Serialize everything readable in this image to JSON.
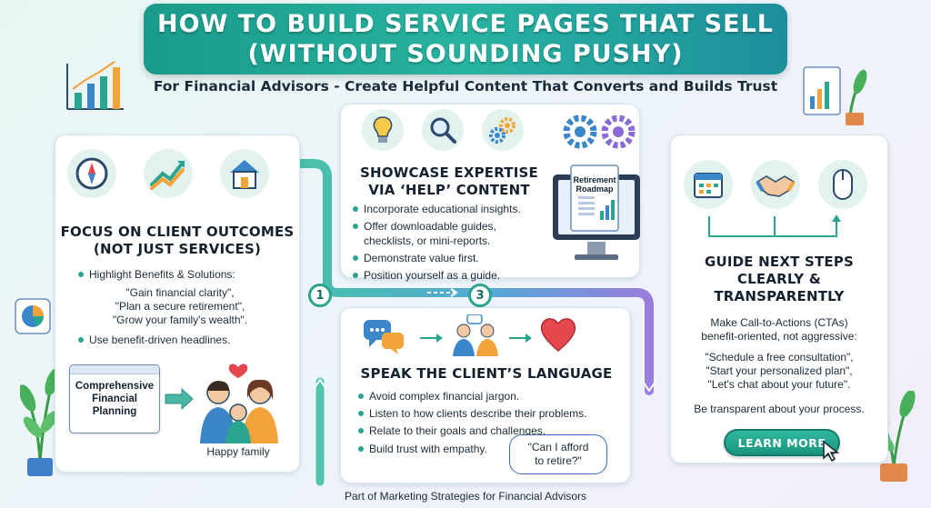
{
  "title": {
    "line1": "HOW TO BUILD SERVICE PAGES THAT SELL",
    "line2": "(WITHOUT SOUNDING PUSHY)"
  },
  "subtitle": "For Financial Advisors - Create Helpful Content That Converts and Builds Trust",
  "section1": {
    "heading_line1": "FOCUS ON CLIENT OUTCOMES",
    "heading_line2": "(NOT JUST SERVICES)",
    "bullet1": "Highlight Benefits & Solutions:",
    "quote1": "\"Gain financial clarity\",",
    "quote2": "\"Plan a secure retirement\",",
    "quote3": "\"Grow your family's wealth\".",
    "bullet2": "Use benefit-driven headlines.",
    "card_label": "Comprehensive Financial Planning",
    "family_label": "Happy family",
    "icons": [
      "compass-icon",
      "growth-chart-icon",
      "house-icon"
    ]
  },
  "section2": {
    "heading_line1": "SHOWCASE EXPERTISE",
    "heading_line2": "VIA ‘HELP’ CONTENT",
    "bullets": [
      "Incorporate educational insights.",
      "Offer downloadable guides, checklists, or mini-reports.",
      "Demonstrate value first.",
      "Position yourself as a guide."
    ],
    "doc_title_line1": "Retirement",
    "doc_title_line2": "Roadmap",
    "icons": [
      "lightbulb-icon",
      "magnifier-icon",
      "gears-icon"
    ]
  },
  "section3": {
    "heading": "SPEAK THE CLIENT’S LANGUAGE",
    "bullets": [
      "Avoid complex financial jargon.",
      "Listen to how clients describe their problems.",
      "Relate to their goals and challenges.",
      "Build trust with empathy."
    ],
    "bubble_line1": "\"Can I afford",
    "bubble_line2": "to retire?\"",
    "icons": [
      "chat-bubbles-icon",
      "people-talking-icon",
      "heart-icon"
    ]
  },
  "section4": {
    "heading_line1": "GUIDE NEXT STEPS",
    "heading_line2": "CLEARLY &",
    "heading_line3": "TRANSPARENTLY",
    "intro_line1": "Make Call-to-Actions (CTAs)",
    "intro_line2": "benefit-oriented, not aggressive:",
    "quote1": "\"Schedule a free consultation\",",
    "quote2": "\"Start your personalized plan\",",
    "quote3": "\"Let's chat about your future\".",
    "closing": "Be transparent about your process.",
    "button_label": "LEARN MORE",
    "icons": [
      "calendar-icon",
      "handshake-icon",
      "mouse-icon"
    ]
  },
  "steps": {
    "step1": "1",
    "step3": "3"
  },
  "footer": "Part of Marketing Strategies for Financial Advisors",
  "colors": {
    "accent": "#2aa58f",
    "banner": "#1a9a8a",
    "path_purple": "#8a6ad6",
    "heart": "#e4474d"
  }
}
